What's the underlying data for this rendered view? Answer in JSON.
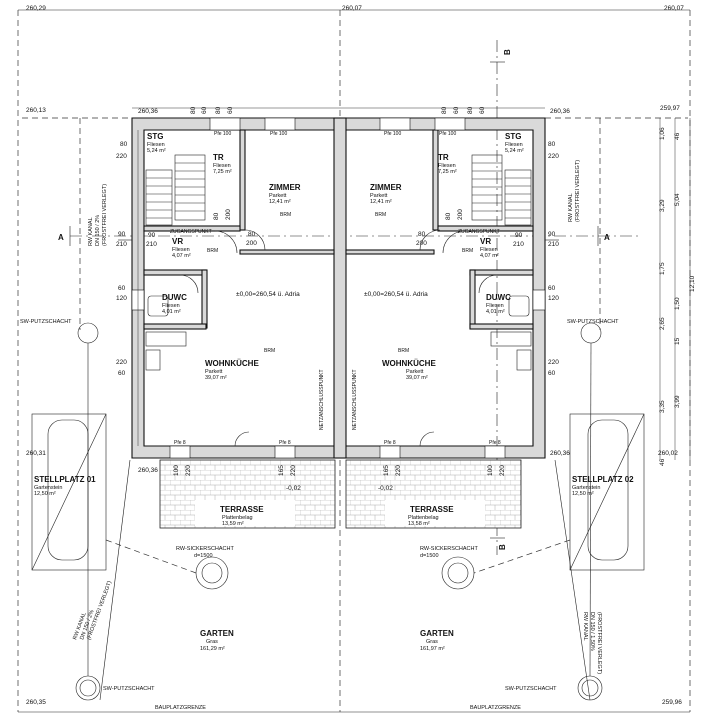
{
  "plot_levels": {
    "top_left": "260,29",
    "top_mid": "260,07",
    "top_right": "260,07",
    "left_upper": "260,13",
    "right_upper": "259,97",
    "left_stell": "260,31",
    "right_stell": "260,02",
    "bottom_left": "260,35",
    "bottom_right": "259,96",
    "house_tl": "260,36",
    "house_tr": "260,36",
    "house_bl": "260,36",
    "house_br": "260,36"
  },
  "section_marks": {
    "a_left": "A",
    "a_right": "A",
    "b_top": "B",
    "b_bottom": "B"
  },
  "rooms": {
    "stg": {
      "name": "STG",
      "floor": "Fliesen",
      "area": "5,24 m²"
    },
    "tr": {
      "name": "TR",
      "floor": "Fliesen",
      "area": "7,25 m²"
    },
    "zimmer": {
      "name": "ZIMMER",
      "floor": "Parkett",
      "area": "12,41 m²"
    },
    "vr": {
      "name": "VR",
      "floor": "Fliesen",
      "area": "4,07 m²"
    },
    "duwc": {
      "name": "DUWC",
      "floor": "Fliesen",
      "area": "4,01 m²"
    },
    "wohnkueche": {
      "name": "WOHNKÜCHE",
      "floor": "Parkett",
      "area": "39,07 m²"
    },
    "terrasse_l": {
      "name": "TERRASSE",
      "floor": "Plattenbelag",
      "area": "13,59 m²"
    },
    "terrasse_r": {
      "name": "TERRASSE",
      "floor": "Plattenbelag",
      "area": "13,58 m²"
    },
    "stell1": {
      "name": "STELLPLATZ 01",
      "floor": "Gartenstein",
      "area": "12,50 m²"
    },
    "stell2": {
      "name": "STELLPLATZ 02",
      "floor": "Gartenstein",
      "area": "12,50 m²"
    },
    "garten_l": {
      "name": "GARTEN",
      "floor": "Gras",
      "area": "161,29 m²"
    },
    "garten_r": {
      "name": "GARTEN",
      "floor": "Gras",
      "area": "161,97 m²"
    }
  },
  "annotations": {
    "level": "±0,00=260,54 ü. Adria",
    "terrace_level": "-0,02",
    "brm": "BRM",
    "zugangspunkt": "ZUGANGSPUNKT",
    "netzanschluss": "NETZANSCHLUSSPUNKT",
    "sw_putz": "SW-PUTZSCHACHT",
    "rw_sicker": "RW-SICKERSCHACHT",
    "rw_sicker_d": "d=1500",
    "rw_kanal": "RW KANAL",
    "rw_kanal_spec_l": "DN 150 / 2%",
    "rw_kanal_spec_r": "DN 150 / 1,50%",
    "frost": "(FROSTFREI VERLEGT)",
    "bauplatzgrenze": "BAUPLATZGRENZE",
    "pfe": "Pfe 100",
    "pfe8": "Pfe 8"
  },
  "dims": {
    "left_chain": [
      "80",
      "220",
      "90",
      "210",
      "60",
      "120",
      "220",
      "60"
    ],
    "top_chain": [
      "80",
      "60",
      "80",
      "60"
    ],
    "door_w": [
      "80",
      "200"
    ],
    "door_vr": [
      "90",
      "210"
    ],
    "terr_doors": [
      "100",
      "220",
      "165",
      "220"
    ],
    "right_outer": [
      "1,06",
      "3,29",
      "1,75",
      "2,65",
      "3,35",
      "46"
    ],
    "right_mid": [
      "5,04",
      "1,50",
      "3,99"
    ],
    "right_total": "12,10",
    "right_small": [
      "46",
      "15"
    ]
  }
}
